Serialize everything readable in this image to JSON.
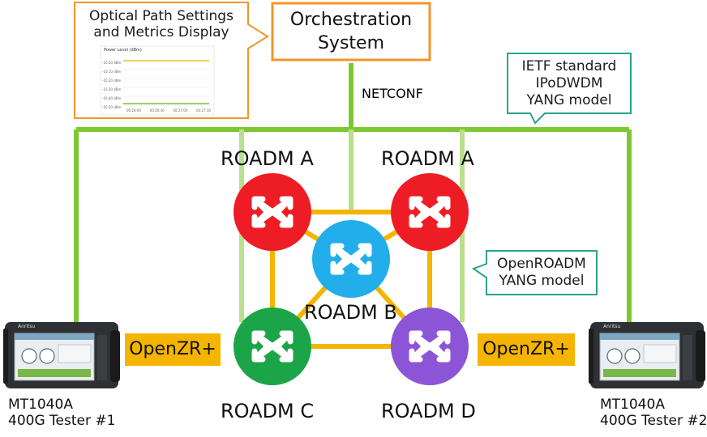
{
  "orchestration": {
    "line1": "Orchestration",
    "line2": "System"
  },
  "netconf_label": "NETCONF",
  "ietf_callout": {
    "line1": "IETF standard",
    "line2": "IPoDWDM",
    "line3": "YANG model"
  },
  "openroadm_callout": {
    "line1": "OpenROADM",
    "line2": "YANG model"
  },
  "metrics_callout": {
    "line1": "Optical Path Settings",
    "line2": "and Metrics Display",
    "mini_chart": {
      "title": "Power Level (dBm)",
      "y_ticks": [
        "-10.00 dBm",
        "-10.10 dBm",
        "-10.20 dBm",
        "-10.30 dBm",
        "-10.40 dBm",
        "-10.50 dBm"
      ],
      "x_ticks": [
        "00:26:00",
        "00:26:30",
        "00:27:00",
        "00:27:30"
      ]
    }
  },
  "roadms": {
    "top_left": "ROADM A",
    "top_right": "ROADM A",
    "center": "ROADM B",
    "bottom_left": "ROADM C",
    "bottom_right": "ROADM D"
  },
  "openzr_left": "OpenZR+",
  "openzr_right": "OpenZR+",
  "tester_left": {
    "line1": "MT1040A",
    "line2": "400G Tester #1",
    "brand": "Anritsu"
  },
  "tester_right": {
    "line1": "MT1040A",
    "line2": "400G Tester #2",
    "brand": "Anritsu"
  },
  "colors": {
    "orange_border": "#f0962a",
    "green_line": "#7dc832",
    "light_green_line": "#b9e08c",
    "teal_border": "#2aa58a",
    "yellow_link": "#f5b400",
    "roadm_a": "#ee1c24",
    "roadm_b": "#22aeea",
    "roadm_c": "#1ba548",
    "roadm_d": "#8c54d6"
  }
}
